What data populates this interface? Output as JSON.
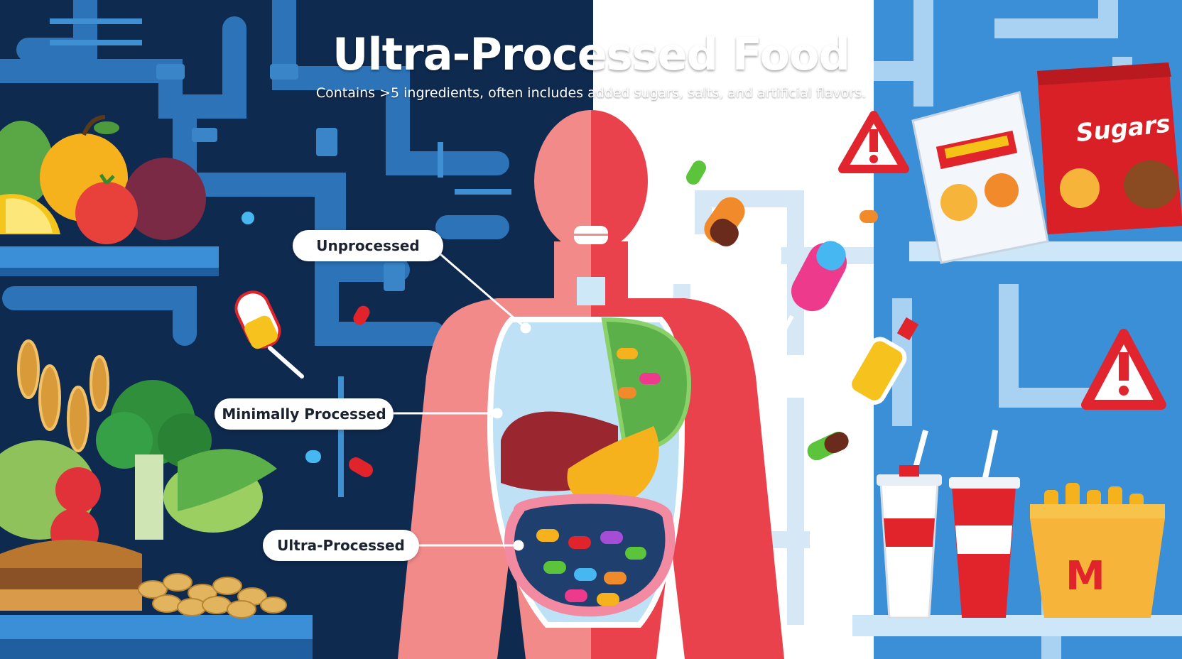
{
  "header": {
    "title": "Ultra-Processed Food",
    "subtitle": "Contains >5 ingredients, often includes added sugars, salts, and artificial flavors."
  },
  "labels": {
    "unprocessed": "Unprocessed",
    "minimally_processed": "Minimally Processed",
    "ultra_processed": "Ultra-Processed"
  },
  "products": {
    "chips_bag": "Sugars"
  },
  "colors": {
    "left_background": "#0f2a4f",
    "right_background": "#3a8fd6",
    "body_pink": "#f28a8a",
    "body_red": "#e9424c",
    "warning_red": "#e0252f"
  }
}
